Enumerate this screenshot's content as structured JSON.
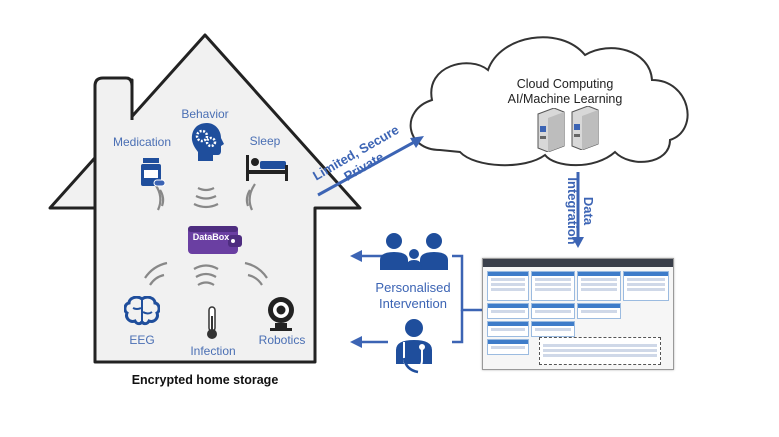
{
  "house": {
    "labels": {
      "medication": "Medication",
      "behavior": "Behavior",
      "sleep": "Sleep",
      "databox": "DataBox",
      "eeg": "EEG",
      "infection": "Infection",
      "robotics": "Robotics"
    },
    "caption": "Encrypted home storage"
  },
  "cloud": {
    "line1": "Cloud Computing",
    "line2": "AI/Machine Learning"
  },
  "arrows": {
    "to_cloud_line1": "Limited, Secure",
    "to_cloud_line2": "Private",
    "integration_line1": "Data",
    "integration_line2": "Integration"
  },
  "intervention": {
    "line1": "Personalised",
    "line2": "Intervention"
  },
  "colors": {
    "accent": "#3c64b4",
    "house_fill": "#f1f1f1",
    "icon_blue": "#1f4e9c",
    "databox_purple": "#6a3fa2"
  },
  "icons": [
    "pill-bottle-icon",
    "head-gears-icon",
    "bed-icon",
    "wallet-icon",
    "brain-icon",
    "thermometer-icon",
    "webcam-icon",
    "server-icon",
    "family-icon",
    "doctor-icon"
  ]
}
